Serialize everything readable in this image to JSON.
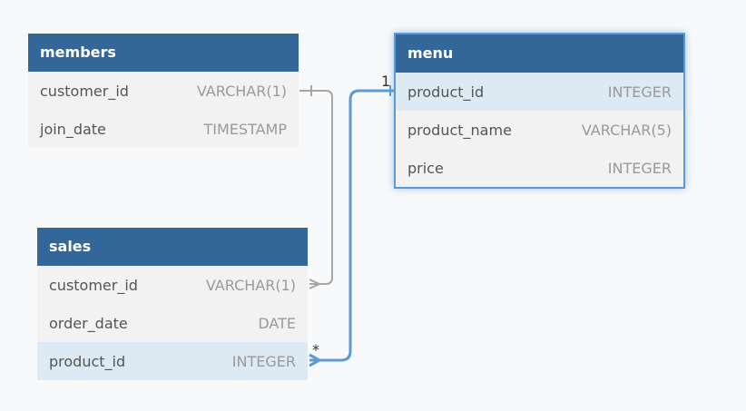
{
  "tables": {
    "members": {
      "name": "members",
      "columns": [
        {
          "name": "customer_id",
          "type": "VARCHAR(1)"
        },
        {
          "name": "join_date",
          "type": "TIMESTAMP"
        }
      ]
    },
    "menu": {
      "name": "menu",
      "columns": [
        {
          "name": "product_id",
          "type": "INTEGER"
        },
        {
          "name": "product_name",
          "type": "VARCHAR(5)"
        },
        {
          "name": "price",
          "type": "INTEGER"
        }
      ]
    },
    "sales": {
      "name": "sales",
      "columns": [
        {
          "name": "customer_id",
          "type": "VARCHAR(1)"
        },
        {
          "name": "order_date",
          "type": "DATE"
        },
        {
          "name": "product_id",
          "type": "INTEGER"
        }
      ]
    }
  },
  "relationships": [
    {
      "from": "sales.customer_id",
      "to": "members.customer_id",
      "from_card": "",
      "to_card": "",
      "color": "#a6a6a6"
    },
    {
      "from": "sales.product_id",
      "to": "menu.product_id",
      "from_card": "*",
      "to_card": "1",
      "color": "#5b9bd5"
    }
  ],
  "colors": {
    "header": "#336699",
    "row": "#f2f2f2",
    "highlight_row": "#deeaf3",
    "selected_border": "#5b9bd5",
    "link_gray": "#a6a6a6",
    "link_blue": "#5b9bd5"
  }
}
